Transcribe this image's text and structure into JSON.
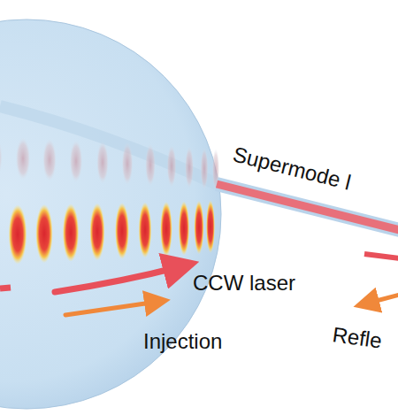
{
  "diagram": {
    "labels": [
      "Supermode l",
      "CCW laser",
      "Injection",
      "Refle"
    ]
  }
}
